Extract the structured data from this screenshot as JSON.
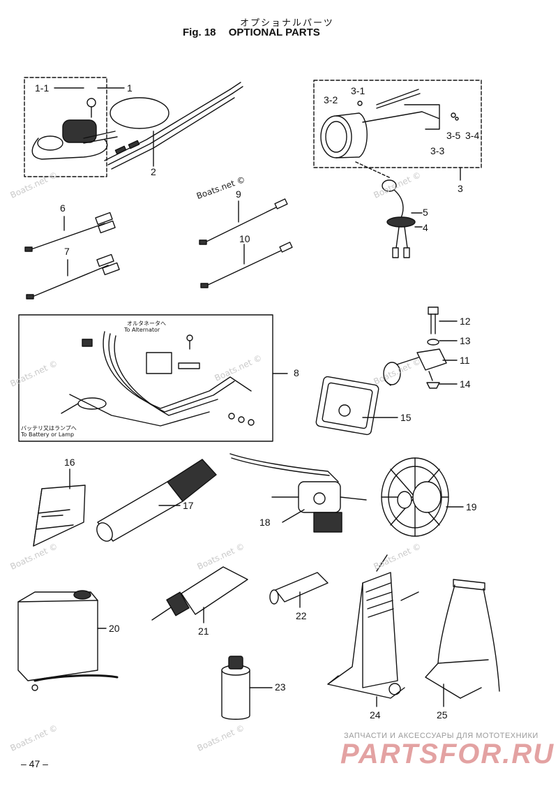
{
  "header": {
    "title_jp": "オプショナルパーツ",
    "fig_label": "Fig. 18",
    "title_en": "OPTIONAL PARTS"
  },
  "callouts": {
    "c1_1": "1-1",
    "c1": "1",
    "c2": "2",
    "c3_1": "3-1",
    "c3_2": "3-2",
    "c3_3": "3-3",
    "c3_4": "3-4",
    "c3_5": "3-5",
    "c3": "3",
    "c4": "4",
    "c5": "5",
    "c6": "6",
    "c7": "7",
    "c8": "8",
    "c9": "9",
    "c10": "10",
    "c11": "11",
    "c12": "12",
    "c13": "13",
    "c14": "14",
    "c15": "15",
    "c16": "16",
    "c17": "17",
    "c18": "18",
    "c19": "19",
    "c20": "20",
    "c21": "21",
    "c22": "22",
    "c23": "23",
    "c24": "24",
    "c25": "25"
  },
  "box8_notes": {
    "to_alternator_jp": "オルタネータへ",
    "to_alternator": "To Alternator",
    "to_battery_jp": "バッテリ又はランプへ",
    "to_battery": "To Battery or Lamp"
  },
  "watermark": "Boats.net ©",
  "footer": {
    "page_number": "– 47 –",
    "brand_tagline": "ЗАПЧАСТИ И АКСЕССУАРЫ ДЛЯ МОТОТЕХНИКИ",
    "brand_name": "PARTSFOR.RU"
  }
}
